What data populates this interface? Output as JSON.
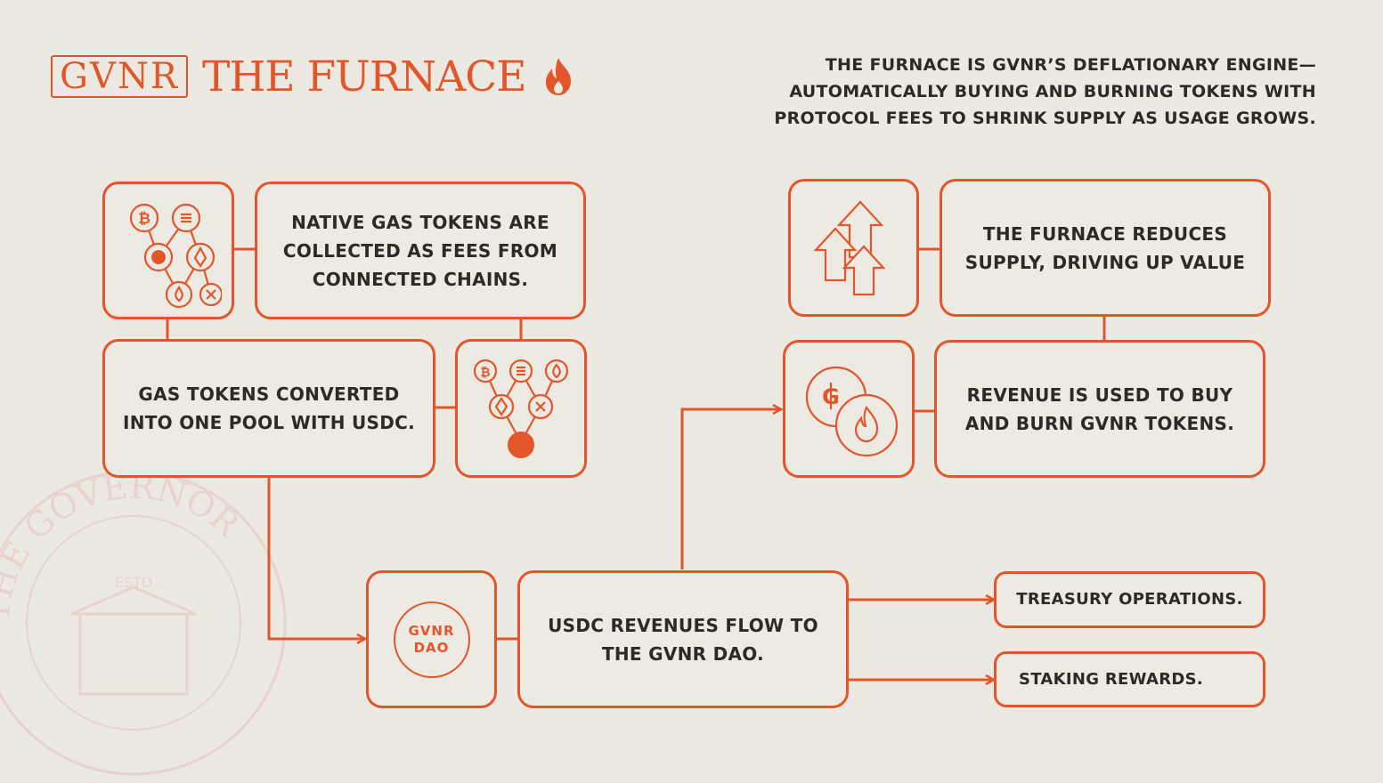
{
  "header": {
    "brand": "GVNR",
    "title": "THE FURNACE",
    "intro": "THE FURNACE IS GVNR’S DEFLATIONARY ENGINE— AUTOMATICALLY BUYING AND BURNING TOKENS WITH PROTOCOL FEES TO SHRINK SUPPLY AS USAGE GROWS."
  },
  "steps": {
    "collect": "NATIVE GAS TOKENS ARE COLLECTED AS FEES FROM CONNECTED CHAINS.",
    "convert": "GAS TOKENS CONVERTED INTO ONE POOL WITH USDC.",
    "flow": "USDC REVENUES FLOW TO THE GVNR DAO.",
    "buyburn": "REVENUE IS USED TO BUY AND BURN GVNR TOKENS.",
    "reduce": "THE FURNACE REDUCES SUPPLY, DRIVING UP VALUE",
    "treasury": "TREASURY OPERATIONS.",
    "staking": "STAKING REWARDS."
  },
  "dao_badge": {
    "line1": "GVNR",
    "line2": "DAO"
  },
  "seal": {
    "ring_text": "THE GOVERNOR",
    "estd": "ESTD"
  },
  "icons": [
    "token-network-icon",
    "token-merge-icon",
    "gvnr-dao-badge",
    "gvnr-coin-burn-icon",
    "rising-arrows-icon",
    "flame-icon"
  ],
  "colors": {
    "accent": "#e2562a",
    "background": "#ece9e2",
    "text": "#2f2925"
  }
}
